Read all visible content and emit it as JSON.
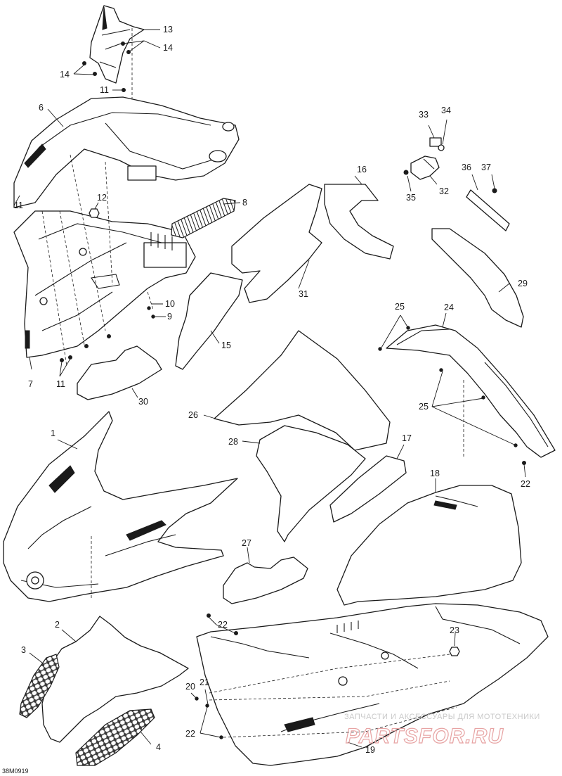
{
  "diagram": {
    "reference_code": "38M0919",
    "watermark": {
      "line1": "ЗАПЧАСТИ И АКСЕССУАРЫ ДЛЯ МОТОТЕХНИКИ",
      "line2": "PARTSFOR.RU"
    },
    "callouts": [
      {
        "id": "c13",
        "label": "13"
      },
      {
        "id": "c14a",
        "label": "14"
      },
      {
        "id": "c14b",
        "label": "14"
      },
      {
        "id": "c11a",
        "label": "11"
      },
      {
        "id": "c6",
        "label": "6"
      },
      {
        "id": "c11b",
        "label": "11"
      },
      {
        "id": "c12",
        "label": "12"
      },
      {
        "id": "c8",
        "label": "8"
      },
      {
        "id": "c10",
        "label": "10"
      },
      {
        "id": "c9",
        "label": "9"
      },
      {
        "id": "c7",
        "label": "7"
      },
      {
        "id": "c11c",
        "label": "11"
      },
      {
        "id": "c30",
        "label": "30"
      },
      {
        "id": "c16",
        "label": "16"
      },
      {
        "id": "c31",
        "label": "31"
      },
      {
        "id": "c15",
        "label": "15"
      },
      {
        "id": "c33",
        "label": "33"
      },
      {
        "id": "c34",
        "label": "34"
      },
      {
        "id": "c35",
        "label": "35"
      },
      {
        "id": "c32",
        "label": "32"
      },
      {
        "id": "c36",
        "label": "36"
      },
      {
        "id": "c37",
        "label": "37"
      },
      {
        "id": "c29",
        "label": "29"
      },
      {
        "id": "c25a",
        "label": "25"
      },
      {
        "id": "c24",
        "label": "24"
      },
      {
        "id": "c25b",
        "label": "25"
      },
      {
        "id": "c26",
        "label": "26"
      },
      {
        "id": "c28",
        "label": "28"
      },
      {
        "id": "c17",
        "label": "17"
      },
      {
        "id": "c22a",
        "label": "22"
      },
      {
        "id": "c18",
        "label": "18"
      },
      {
        "id": "c1",
        "label": "1"
      },
      {
        "id": "c27",
        "label": "27"
      },
      {
        "id": "c2",
        "label": "2"
      },
      {
        "id": "c3",
        "label": "3"
      },
      {
        "id": "c22b",
        "label": "22"
      },
      {
        "id": "c23",
        "label": "23"
      },
      {
        "id": "c20",
        "label": "20"
      },
      {
        "id": "c21",
        "label": "21"
      },
      {
        "id": "c22c",
        "label": "22"
      },
      {
        "id": "c4",
        "label": "4"
      },
      {
        "id": "c19",
        "label": "19"
      }
    ]
  }
}
